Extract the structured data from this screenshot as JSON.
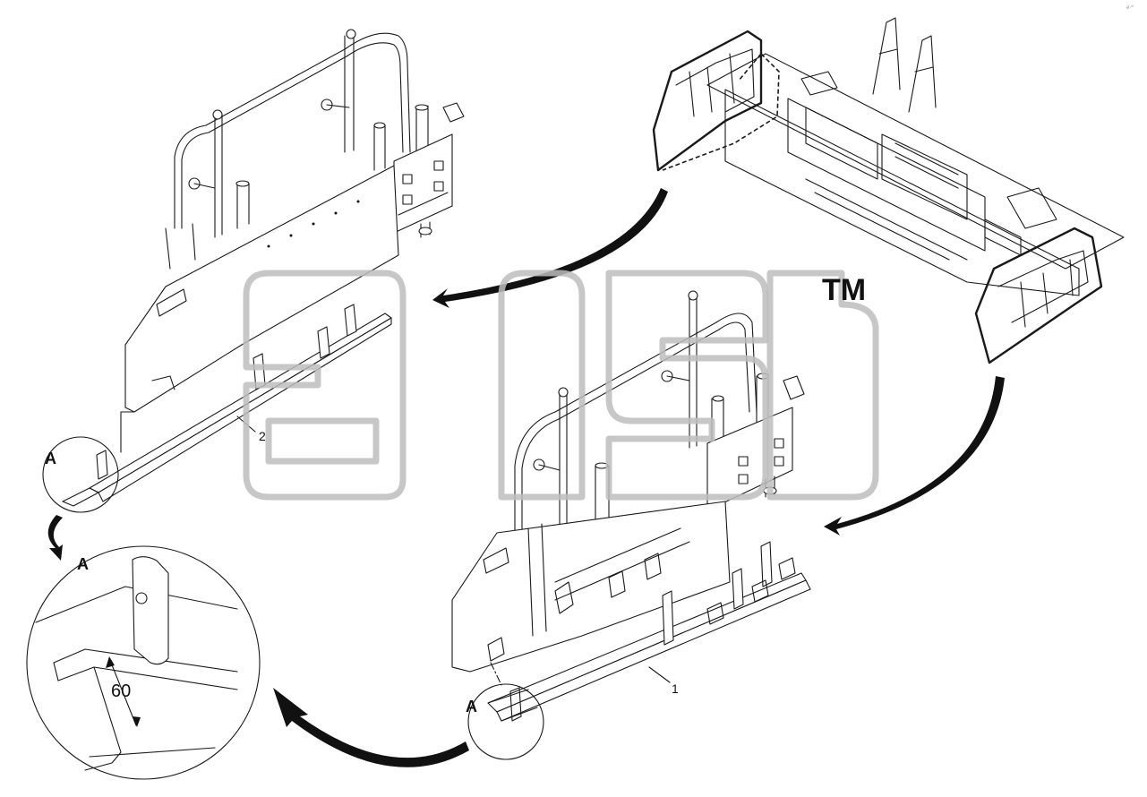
{
  "watermark": {
    "text": "alsb",
    "trademark": "TM"
  },
  "callouts": {
    "part1": "1",
    "part2": "2"
  },
  "detail": {
    "marker_small_top": "A",
    "marker_small_bottom": "A",
    "marker_large": "A",
    "dimension": "60"
  },
  "corner_mark": "é·ª",
  "colors": {
    "line": "#1a1a1a",
    "watermark": "#bdbdbd",
    "background": "#ffffff"
  }
}
